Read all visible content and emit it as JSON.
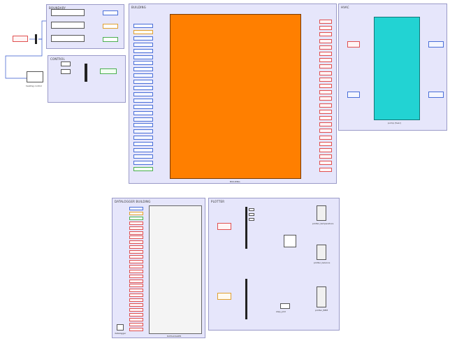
{
  "subsystems": {
    "boundary": "BOUNDARY",
    "control": "CONTROL",
    "building": "BUILDING",
    "hvac": "HVAC",
    "datalogger": "DATALOGGER BUILDING",
    "plotter": "PLOTTER"
  },
  "blocks": {
    "building_caption": "BUILDING",
    "datalogger_caption": "DATALOGGER",
    "hvac_caption": "pump (hvac)",
    "datalogger_small": "datalogger",
    "heating_control": "heating control",
    "plot_temperature": "plotter_temperature",
    "plot_balance": "plotter_balance",
    "plot_bem": "plotter_BEM",
    "step_plot_label": "step_plot"
  },
  "colors": {
    "block_orange": "#ff7f00",
    "hvac_cyan": "#22d3d3",
    "subsystem_bg": "#e6e6fb",
    "goto_red": "#e05050",
    "from_blue": "#4a6fd8",
    "from_orange": "#e0a030",
    "from_green": "#4caf50"
  }
}
